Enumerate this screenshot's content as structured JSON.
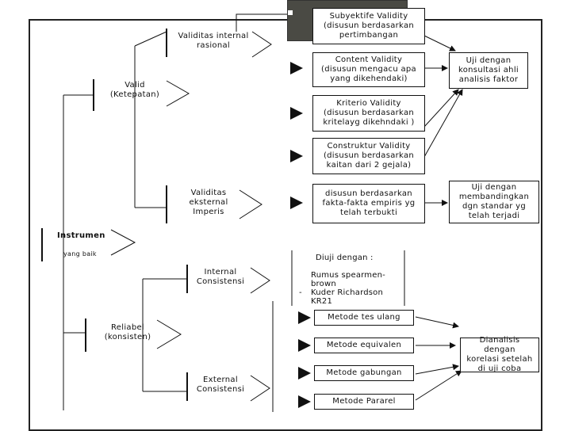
{
  "root": {
    "label": "Instrumen",
    "sublabel": "yang baik"
  },
  "valid": {
    "label_line1": "Valid",
    "label_line2": "(Ketepatan)"
  },
  "reliabel": {
    "label_line1": "Reliabel",
    "label_line2": "(konsisten)"
  },
  "validitas_internal": {
    "line1": "Validitas internal",
    "line2": "rasional"
  },
  "validitas_eksternal": {
    "line1": "Validitas",
    "line2": "eksternal",
    "line3": "Imperis"
  },
  "internal_konsistensi": {
    "line1": "Internal",
    "line2": "Consistensi"
  },
  "external_konsistensi": {
    "line1": "External",
    "line2": "Consistensi"
  },
  "subyektif": {
    "line1": "Subyektife Validity",
    "line2": "(disusun berdasarkan",
    "line3": "pertimbangan"
  },
  "content": {
    "line1": "Content Validity",
    "line2": "(disusun mengacu apa",
    "line3": "yang dikehendaki)"
  },
  "kriteria": {
    "line1": "Kriterio Validity",
    "line2": "(disusun berdasarkan",
    "line3": "kritelayg dikehndaki )"
  },
  "konstruktur": {
    "line1": "Construktur Validity",
    "line2": "(disusun berdasarkan",
    "line3": "kaitan dari 2 gejala)"
  },
  "fakta": {
    "line1": "disusun berdasarkan",
    "line2": "fakta-fakta empiris yg",
    "line3": "telah terbukti"
  },
  "uji_konsultasi": {
    "line1": "Uji dengan",
    "line2": "konsultasi ahli",
    "line3": "analisis faktor"
  },
  "uji_membandingkan": {
    "line1": "Uji dengan",
    "line2": "membandingkan",
    "line3": "dgn standar yg",
    "line4": "telah terjadi"
  },
  "diuji": {
    "title": "Diuji dengan :",
    "item1": "Rumus spearmen-",
    "item1b": "brown",
    "item2": "Kuder Richardson",
    "item2b": "KR21",
    "bullet": "-"
  },
  "metode": {
    "tes_ulang": "Metode tes ulang",
    "equivalen": "Metode equivalen",
    "gabungan": "Metode gabungan",
    "pararel": "Metode Pararel"
  },
  "dianalisis": {
    "line1": "Dianalisis dengan",
    "line2": "korelasi setelah",
    "line3": "di uji coba"
  },
  "colors": {
    "line": "#111111",
    "sticky": "#4a4a44"
  }
}
